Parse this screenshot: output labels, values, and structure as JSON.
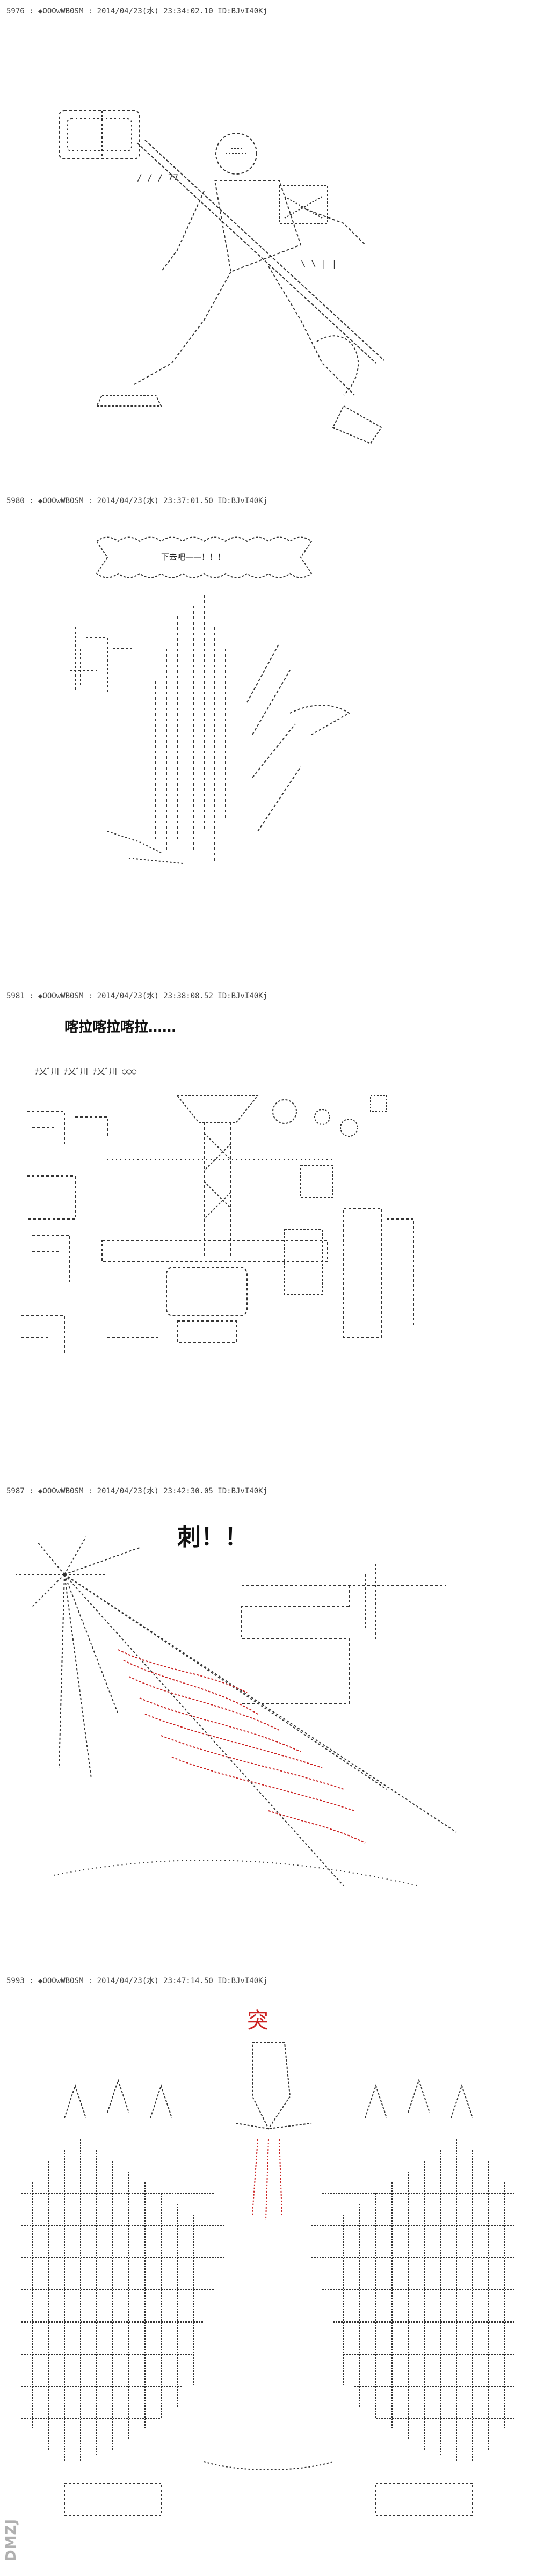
{
  "posts": [
    {
      "header": "5976 : ◆OOOwWB0SM : 2014/04/23(水) 23:34:02.10 ID:BJvI40Kj"
    },
    {
      "header": "5980 : ◆OOOwWB0SM : 2014/04/23(水) 23:37:01.50 ID:BJvI40Kj",
      "caption": "下去吧——！！！"
    },
    {
      "header": "5981 : ◆OOOwWB0SM : 2014/04/23(水) 23:38:08.52 ID:BJvI40Kj",
      "caption": "喀拉喀拉喀拉……"
    },
    {
      "header": "5987 : ◆OOOwWB0SM : 2014/04/23(水) 23:42:30.05 ID:BJvI40Kj",
      "caption": "刺！！"
    },
    {
      "header": "5993 : ◆OOOwWB0SM : 2014/04/23(水) 23:47:14.50 ID:BJvI40Kj",
      "caption": "突"
    }
  ],
  "watermark": {
    "text": "DMZJ",
    "color": "#b0b0b0"
  },
  "colors": {
    "ink": "#222222",
    "blood": "#cc2222",
    "page": "#ffffff"
  }
}
